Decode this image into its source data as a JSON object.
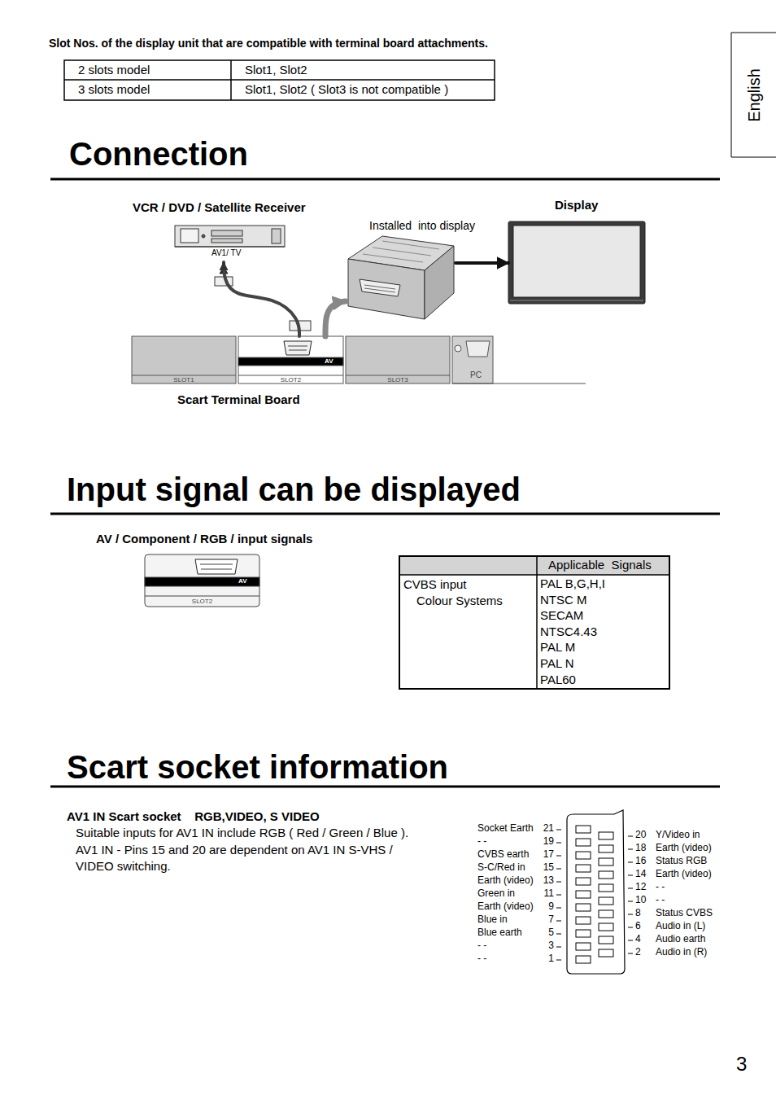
{
  "diagram": {
    "title": "Connection",
    "nodes": [
      {
        "text": [
          "English"
        ]
      },
      {
        "text": [
          "VCR / DVD / Satellite Receiver",
          "AV1/ TV"
        ]
      },
      {
        "text": [
          "Installed  into display"
        ]
      },
      {
        "text": [
          "Display"
        ]
      },
      {
        "text": [
          "Scart Terminal Board"
        ]
      },
      {
        "text": [
          "SLOT1"
        ],
        "in": 4
      },
      {
        "text": [
          "AV",
          "SLOT2"
        ],
        "in": 4
      },
      {
        "text": [
          "SLOT3"
        ],
        "in": 4
      },
      {
        "text": [
          "PC"
        ],
        "in": 4
      },
      {
        "text": [
          "AV",
          "SLOT2"
        ]
      }
    ],
    "edges": [
      {
        "from": 6,
        "to": 1,
        "arrow": "to"
      },
      {
        "from": 6,
        "to": 2,
        "arrow": "to"
      },
      {
        "from": 2,
        "to": 3,
        "arrow": "to"
      }
    ],
    "labels": [
      "Slot Nos. of the display unit that are compatible with terminal board attachments.",
      "2 slots model",
      "Slot1, Slot2",
      "3 slots model",
      "Slot1, Slot2 ( Slot3 is not compatible )",
      "Input signal can be displayed",
      "AV / Component / RGB / input signals",
      "Applicable  Signals",
      "CVBS input",
      "Colour Systems",
      "PAL B,G,H,I",
      "NTSC M",
      "SECAM",
      "NTSC4.43",
      "PAL M",
      "PAL N",
      "PAL60",
      "Scart socket information",
      "AV1 IN Scart socket    RGB,VIDEO, S VIDEO",
      "Suitable inputs for AV1 IN include RGB ( Red / Green / Blue ).",
      "AV1 IN - Pins 15 and 20 are dependent on AV1 IN S-VHS / VIDEO switching.",
      "3",
      "Socket Earth",
      "21",
      "- -",
      "19",
      "CVBS earth",
      "17",
      "S-C/Red in",
      "15",
      "Earth (video)",
      "13",
      "Green in",
      "11",
      "Earth (video)",
      "9",
      "Blue in",
      "7",
      "Blue earth",
      "5",
      "- -",
      "3",
      "- -",
      "1",
      "20",
      "Y/Video in",
      "18",
      "Earth (video)",
      "16",
      "Status RGB",
      "14",
      "Earth (video)",
      "12",
      "- -",
      "10",
      "- -",
      "8",
      "Status CVBS",
      "6",
      "Audio in (L)",
      "4",
      "Audio earth",
      "2",
      "Audio in (R)"
    ]
  }
}
